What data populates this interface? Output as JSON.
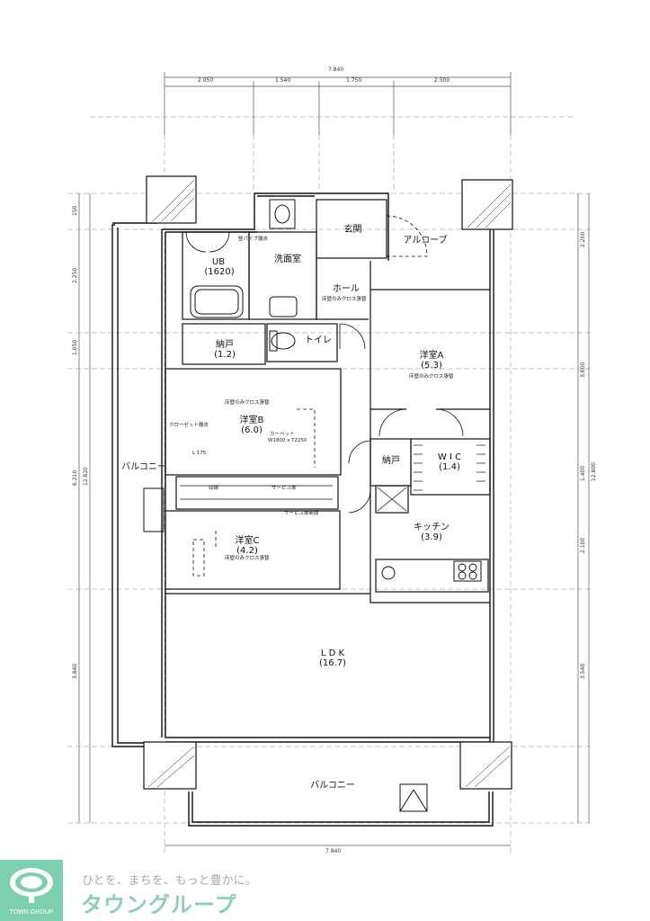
{
  "dimensions": {
    "top_total": "7.840",
    "top_segments": [
      "2.050",
      "1.540",
      "1.750",
      "2.500"
    ],
    "bottom_total": "7.840",
    "left_segments": [
      "150",
      "2.250",
      "1.050",
      "6.210",
      "3.840"
    ],
    "left_total": "12.820",
    "right_segments": [
      "2.200",
      "3.600",
      "1.400",
      "2.100",
      "3.540"
    ],
    "right_total": "12.800"
  },
  "rooms": {
    "ub": "UB",
    "ub_size": "(1620)",
    "senmen": "洗面室",
    "genkan": "玄関",
    "alcove": "アルコーブ",
    "hall": "ホール",
    "toilet": "トイレ",
    "nando1": "納戸",
    "nando1_size": "(1.2)",
    "yoshitsu_a": "洋室A",
    "yoshitsu_a_size": "(5.3)",
    "yoshitsu_b": "洋室B",
    "yoshitsu_b_size": "(6.0)",
    "nando2": "納戸",
    "wic": "W I C",
    "wic_size": "(1.4)",
    "kitchen": "キッチン",
    "kitchen_size": "(3.9)",
    "yoshitsu_c": "洋室C",
    "yoshitsu_c_size": "(4.2)",
    "ldk": "L D K",
    "ldk_size": "(16.7)",
    "balcony_side": "バルコニー",
    "balcony_bottom": "バルコニー"
  },
  "notes": {
    "pipe": "竪パイプ撤去",
    "hall_cloth": "床壁のみクロス張替",
    "a_cloth": "床壁のみクロス張替",
    "b_cloth": "床壁のみクロス張替",
    "c_cloth": "床壁のみクロス張替",
    "carpet": "カーペット",
    "carpet2": "W1800 x T2250",
    "closet_remove": "クローゼット撤去",
    "lumber": "L 175",
    "door1": "サービス扉",
    "door2": "サービス扉新設",
    "storage1": "収納"
  },
  "footer": {
    "tagline": "ひとを、まちを、もっと豊かに。",
    "brand": "タウングループ",
    "logo_text": "TOWN GROUP"
  }
}
